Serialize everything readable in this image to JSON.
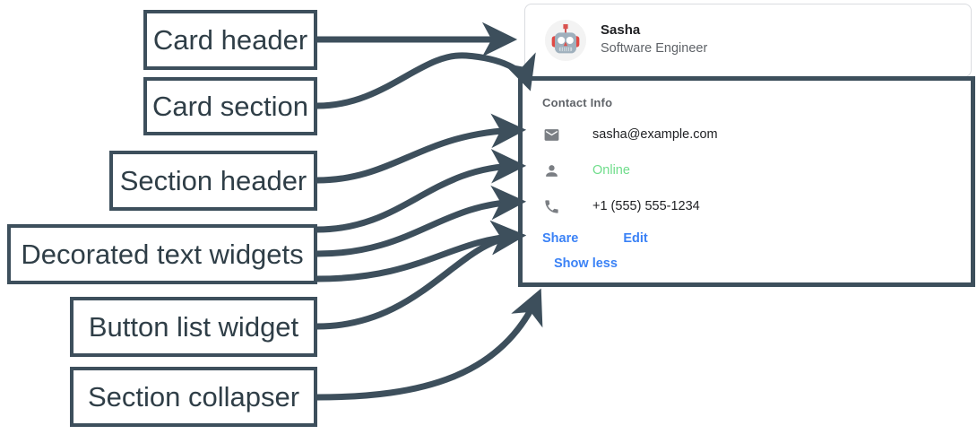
{
  "annotations": [
    {
      "id": "card-header",
      "label": "Card header"
    },
    {
      "id": "card-section",
      "label": "Card section"
    },
    {
      "id": "section-header",
      "label": "Section header"
    },
    {
      "id": "decorated-text",
      "label": "Decorated text widgets"
    },
    {
      "id": "button-list",
      "label": "Button list widget"
    },
    {
      "id": "section-collapser",
      "label": "Section collapser"
    }
  ],
  "card": {
    "header": {
      "avatar_icon": "robot-avatar-icon",
      "title": "Sasha",
      "subtitle": "Software Engineer"
    },
    "section": {
      "header": "Contact Info",
      "rows": [
        {
          "icon": "email-icon",
          "text": "sasha@example.com",
          "color": "#202124"
        },
        {
          "icon": "person-icon",
          "text": "Online",
          "color": "#6fdd8b"
        },
        {
          "icon": "phone-icon",
          "text": "+1 (555) 555-1234",
          "color": "#202124"
        }
      ],
      "buttons": [
        {
          "label": "Share"
        },
        {
          "label": "Edit"
        }
      ],
      "collapser": {
        "label": "Show less"
      }
    }
  },
  "colors": {
    "annotation_stroke": "#3d4f5c",
    "annotation_text": "#2f3e47",
    "card_border": "#dadce0",
    "link_blue": "#3b82f6",
    "status_green": "#6fdd8b",
    "muted_text": "#5f6368",
    "body_text": "#202124"
  }
}
